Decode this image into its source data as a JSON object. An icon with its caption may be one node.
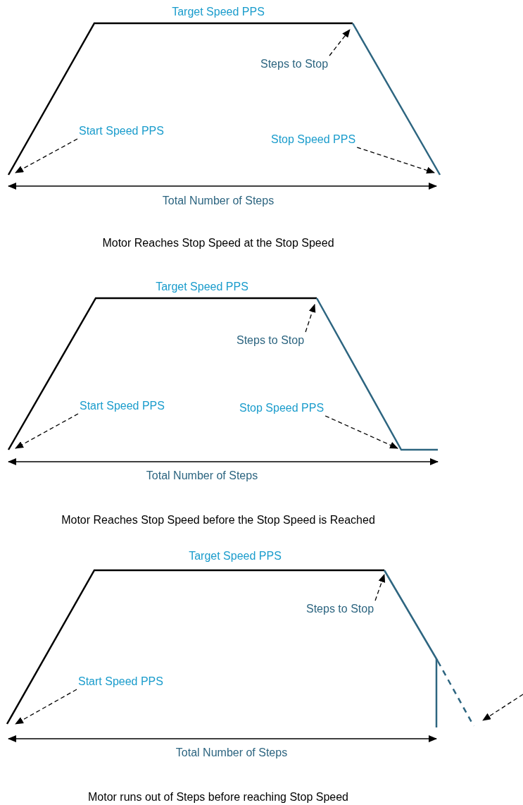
{
  "diagram": {
    "nodes": [
      {
        "text": [
          "Steps to Stop"
        ]
      },
      {
        "text": [
          "Start Speed PPS"
        ]
      },
      {
        "text": [
          "Stop Speed PPS"
        ]
      },
      {
        "text": [
          "Steps to Stop"
        ]
      },
      {
        "text": [
          "Start Speed PPS"
        ]
      },
      {
        "text": [
          "Stop Speed PPS"
        ]
      },
      {
        "text": [
          "Steps to Stop"
        ]
      },
      {
        "text": [
          "Start Speed PPS"
        ]
      }
    ],
    "edges": [
      {
        "from": 0,
        "to": null,
        "arrow": "to",
        "style": "dashed"
      },
      {
        "from": 1,
        "to": null,
        "arrow": "to",
        "style": "dashed"
      },
      {
        "from": 2,
        "to": null,
        "arrow": "to",
        "style": "dashed"
      },
      {
        "from": 3,
        "to": null,
        "arrow": "to",
        "style": "dashed"
      },
      {
        "from": 4,
        "to": null,
        "arrow": "to",
        "style": "dashed"
      },
      {
        "from": 5,
        "to": null,
        "arrow": "to",
        "style": "dashed"
      },
      {
        "from": 6,
        "to": null,
        "arrow": "to",
        "style": "dashed"
      },
      {
        "from": 7,
        "to": null,
        "arrow": "to",
        "style": "dashed"
      }
    ],
    "labels": [
      "Target Speed PPS",
      "Total Number of Steps",
      "Motor Reaches Stop Speed at the Stop Speed",
      "Target Speed PPS",
      "Total Number of Steps",
      "Motor Reaches Stop Speed before the Stop Speed is Reached",
      "Target Speed PPS",
      "Total Number of Steps",
      "Motor runs out of Steps before reaching Stop Speed"
    ]
  }
}
